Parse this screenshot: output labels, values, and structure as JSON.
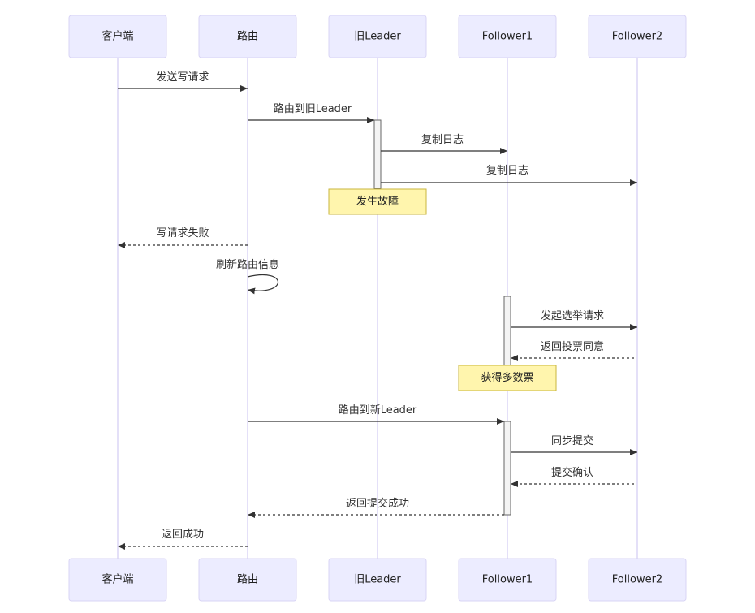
{
  "participants": [
    {
      "id": "client",
      "label": "客户端"
    },
    {
      "id": "router",
      "label": "路由"
    },
    {
      "id": "oldleader",
      "label": "旧Leader"
    },
    {
      "id": "f1",
      "label": "Follower1"
    },
    {
      "id": "f2",
      "label": "Follower2"
    }
  ],
  "messages": [
    {
      "from": "client",
      "to": "router",
      "label": "发送写请求",
      "style": "solid"
    },
    {
      "from": "router",
      "to": "oldleader",
      "label": "路由到旧Leader",
      "style": "solid"
    },
    {
      "from": "oldleader",
      "to": "f1",
      "label": "复制日志",
      "style": "solid"
    },
    {
      "from": "oldleader",
      "to": "f2",
      "label": "复制日志",
      "style": "solid"
    },
    {
      "from": "router",
      "to": "client",
      "label": "写请求失败",
      "style": "dashed"
    },
    {
      "from": "router",
      "to": "router",
      "label": "刷新路由信息",
      "style": "self"
    },
    {
      "from": "f1",
      "to": "f2",
      "label": "发起选举请求",
      "style": "solid"
    },
    {
      "from": "f2",
      "to": "f1",
      "label": "返回投票同意",
      "style": "dashed"
    },
    {
      "from": "router",
      "to": "f1",
      "label": "路由到新Leader",
      "style": "solid"
    },
    {
      "from": "f1",
      "to": "f2",
      "label": "同步提交",
      "style": "solid"
    },
    {
      "from": "f2",
      "to": "f1",
      "label": "提交确认",
      "style": "dashed"
    },
    {
      "from": "f1",
      "to": "router",
      "label": "返回提交成功",
      "style": "dashed"
    },
    {
      "from": "router",
      "to": "client",
      "label": "返回成功",
      "style": "dashed"
    }
  ],
  "notes": [
    {
      "over": "oldleader",
      "label": "发生故障"
    },
    {
      "over": "f1",
      "label": "获得多数票"
    }
  ],
  "colors": {
    "actor_fill": "#ECECFF",
    "lifeline": "#C8C0F0",
    "note_fill": "#FFF5AD",
    "arrow": "#333333"
  }
}
